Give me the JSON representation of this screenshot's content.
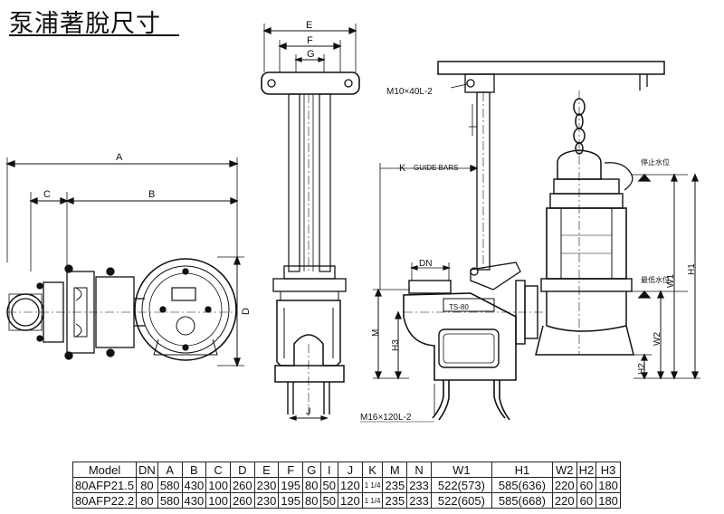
{
  "title": "泵浦著脫尺寸",
  "labels": {
    "A": "A",
    "B": "B",
    "C": "C",
    "D": "D",
    "E": "E",
    "F": "F",
    "G": "G",
    "J": "J",
    "K": "K",
    "DN": "DN",
    "M": "M",
    "H3": "H3",
    "H1": "H1",
    "W1": "W1",
    "W2": "W2",
    "H2": "H2",
    "guide_bars": "GUIDE BARS",
    "bolt_top": "M10×40L-2",
    "bolt_bottom": "M16×120L-2",
    "stop_level": "停止水位",
    "min_level": "最低水位",
    "body_mark": "TS-80"
  },
  "table": {
    "headers": [
      "Model",
      "DN",
      "A",
      "B",
      "C",
      "D",
      "E",
      "F",
      "G",
      "I",
      "J",
      "K",
      "M",
      "N",
      "W1",
      "H1",
      "W2",
      "H2",
      "H3"
    ],
    "rows": [
      [
        "80AFP21.5",
        "80",
        "580",
        "430",
        "100",
        "260",
        "230",
        "195",
        "80",
        "50",
        "120",
        "1 1/4",
        "235",
        "233",
        "522(573)",
        "585(636)",
        "220",
        "60",
        "180"
      ],
      [
        "80AFP22.2",
        "80",
        "580",
        "430",
        "100",
        "260",
        "230",
        "195",
        "80",
        "50",
        "120",
        "1 1/4",
        "235",
        "233",
        "522(605)",
        "585(668)",
        "220",
        "60",
        "180"
      ]
    ]
  }
}
